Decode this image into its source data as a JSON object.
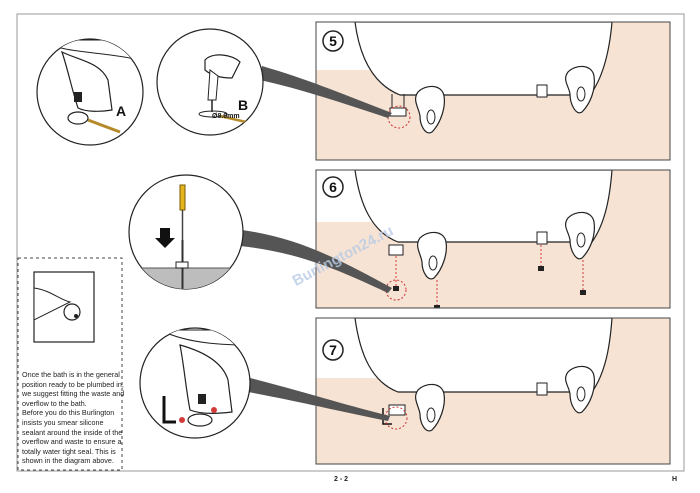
{
  "steps": [
    {
      "number": "5"
    },
    {
      "number": "6"
    },
    {
      "number": "7"
    }
  ],
  "callouts": {
    "a": "A",
    "b": "B",
    "drill_size": "Ø8.0mm"
  },
  "note_lines": [
    "Once the bath is in the general",
    "position ready to be plumbed in,",
    "we suggest fitting the waste and",
    "overflow to the bath.",
    "Before you do this Burlington",
    "insists you smear silicone",
    "sealant around the inside of the",
    "overflow and waste to ensure a",
    "totally water tight seal. This is",
    "shown in the diagram above."
  ],
  "watermark": "Burlington24.ru",
  "footer": {
    "page": "2 - 2",
    "letter": "H"
  },
  "colors": {
    "floor": "#f6e3d4",
    "watermark": "#b9cbe6",
    "guide_line": "#d33b3b"
  }
}
